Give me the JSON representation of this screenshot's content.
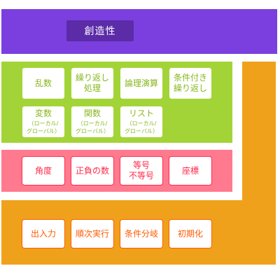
{
  "colors": {
    "purple": "#7b3fe0",
    "title_box": "#5b2ba8",
    "green": "#a3d437",
    "green_text": "#86b81b",
    "pink": "#ff7a8e",
    "pink_text": "#ff2a4a",
    "orange": "#f0a11c",
    "orange_text": "#ff5a00"
  },
  "title": "創造性",
  "green_cards": [
    {
      "main": "乱数",
      "sub": ""
    },
    {
      "main": "繰り返し\n処理",
      "sub": ""
    },
    {
      "main": "論理演算",
      "sub": ""
    },
    {
      "main": "条件付き\n繰り返し",
      "sub": ""
    },
    {
      "main": "変数",
      "sub": "（ローカル/\nグローバル）"
    },
    {
      "main": "関数",
      "sub": "（ローカル/\nグローバル）"
    },
    {
      "main": "リスト",
      "sub": "（ローカル/\nグローバル）"
    }
  ],
  "pink_cards": [
    {
      "main": "角度"
    },
    {
      "main": "正負の数"
    },
    {
      "main": "等号\n不等号"
    },
    {
      "main": "座標"
    }
  ],
  "orange_cards": [
    {
      "main": "出入力"
    },
    {
      "main": "順次実行"
    },
    {
      "main": "条件分岐"
    },
    {
      "main": "初期化"
    }
  ]
}
